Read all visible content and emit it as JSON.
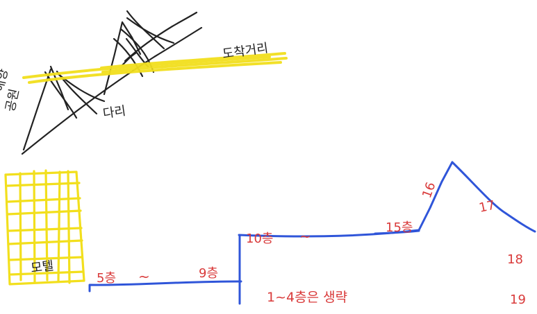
{
  "colors": {
    "background": "#ffffff",
    "pen_black": "#222222",
    "pen_yellow": "#f2df1d",
    "pen_blue": "#2f55d9",
    "pen_red": "#d93a3a"
  },
  "sketch": {
    "top_left": {
      "label_vertical_line1": "해양",
      "label_vertical_line2": "공원",
      "bridge_label": "다리",
      "road_label": "도착거리"
    },
    "bottom_left": {
      "motel_label": "모텔"
    },
    "profile_labels": {
      "left_start": "5층",
      "left_sep": "~",
      "left_end": "9층",
      "middle_start": "10층",
      "middle_sep": "~",
      "middle_end": "15층",
      "peak_left": "16",
      "peak_right": "17",
      "right_18": "18",
      "right_19": "19",
      "bottom_note": "1~4층은 생략"
    }
  }
}
